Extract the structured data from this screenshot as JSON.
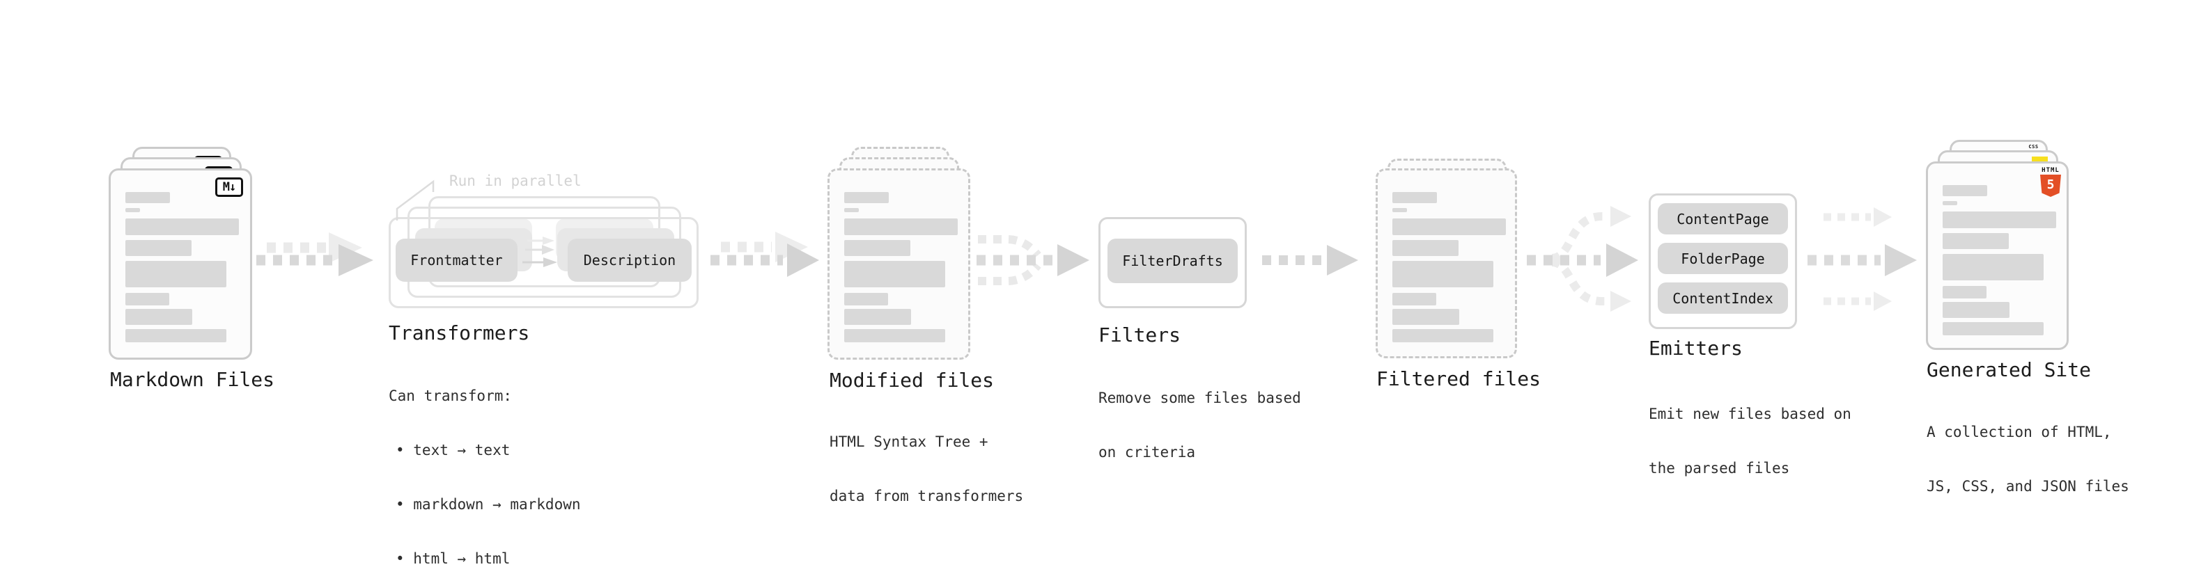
{
  "diagram": {
    "markdown": {
      "label": "Markdown Files"
    },
    "transformers": {
      "label": "Transformers",
      "annotation": "Run in parallel",
      "frontmatter": "Frontmatter",
      "description": "Description",
      "desc_intro": "Can transform:",
      "bullets": [
        "• text → text",
        "• markdown → markdown",
        "• html → html"
      ]
    },
    "modified": {
      "label": "Modified files",
      "desc1": "HTML Syntax Tree +",
      "desc2": "data from transformers"
    },
    "filters": {
      "label": "Filters",
      "box": "FilterDrafts",
      "desc1": "Remove some files based",
      "desc2": "on criteria"
    },
    "filtered": {
      "label": "Filtered files"
    },
    "emitters": {
      "label": "Emitters",
      "boxes": [
        "ContentPage",
        "FolderPage",
        "ContentIndex"
      ],
      "desc1": "Emit new files based on",
      "desc2": "the parsed files"
    },
    "generated": {
      "label": "Generated Site",
      "desc1": "A collection of HTML,",
      "desc2": "JS, CSS, and JSON files"
    }
  },
  "icons": {
    "markdown_badge": "M↓",
    "html5_label": "HTML",
    "html5_numeral": "5",
    "css_label": "CSS"
  },
  "colors": {
    "html5_orange": "#e34f26",
    "js_yellow": "#f7df1e",
    "css_blue": "#2965f1"
  }
}
